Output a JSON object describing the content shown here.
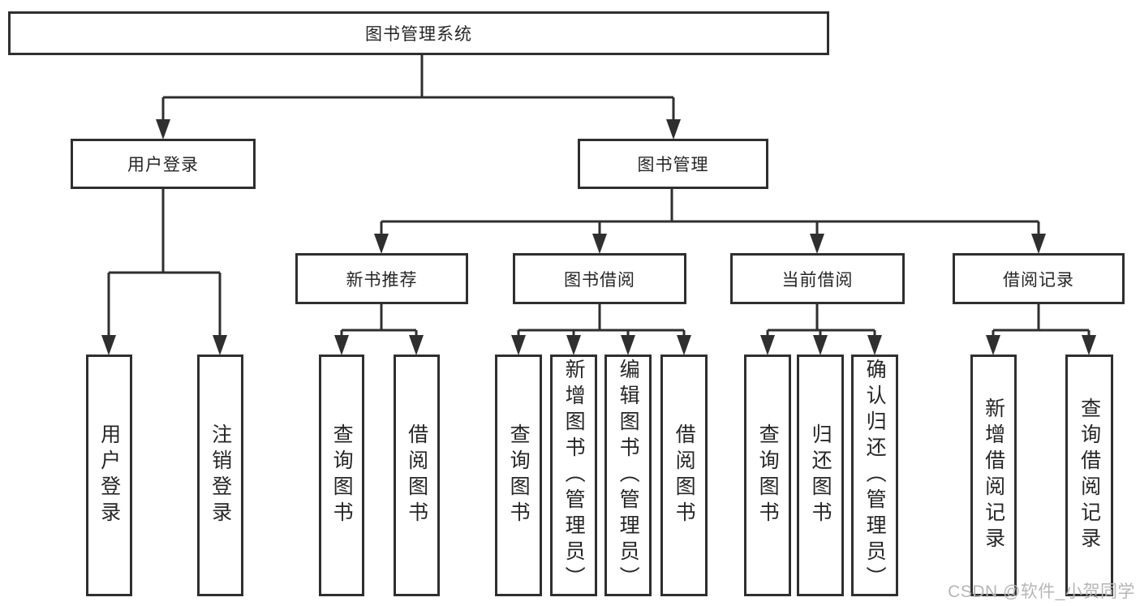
{
  "tree": {
    "label": "图书管理系统",
    "children": [
      {
        "label": "用户登录",
        "children": [
          {
            "label": "用户登录"
          },
          {
            "label": "注销登录"
          }
        ]
      },
      {
        "label": "图书管理",
        "children": [
          {
            "label": "新书推荐",
            "children": [
              {
                "label": "查询图书"
              },
              {
                "label": "借阅图书"
              }
            ]
          },
          {
            "label": "图书借阅",
            "children": [
              {
                "label": "查询图书"
              },
              {
                "label": "新增图书（管理员）"
              },
              {
                "label": "编辑图书（管理员）"
              },
              {
                "label": "借阅图书"
              }
            ]
          },
          {
            "label": "当前借阅",
            "children": [
              {
                "label": "查询图书"
              },
              {
                "label": "归还图书"
              },
              {
                "label": "确认归还（管理员）"
              }
            ]
          },
          {
            "label": "借阅记录",
            "children": [
              {
                "label": "新增借阅记录"
              },
              {
                "label": "查询借阅记录"
              }
            ]
          }
        ]
      }
    ]
  },
  "watermark": {
    "text": "CSDN @软件_小贺同学"
  },
  "colors": {
    "line": "#2f2f2f",
    "text": "#262626",
    "background": "#ffffff",
    "watermark": "#b6b6b6"
  }
}
